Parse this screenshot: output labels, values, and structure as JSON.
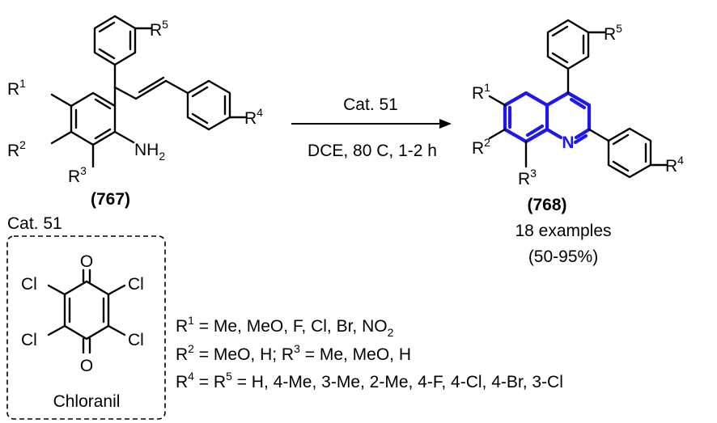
{
  "reaction": {
    "reagent": "Cat. 51",
    "conditions": "DCE, 80  C, 1-2 h"
  },
  "starting_material": {
    "id": "(767)",
    "nh_label": "NH",
    "nh_sub": "2"
  },
  "product": {
    "id": "(768)",
    "examples": "18 examples",
    "yield": "(50-95%)",
    "n_label": "N"
  },
  "r_groups": {
    "r": "R",
    "s1": "1",
    "s2": "2",
    "s3": "3",
    "s4": "4",
    "s5": "5"
  },
  "catalyst": {
    "label": "Cat. 51",
    "name": "Chloranil",
    "cl": "Cl",
    "o": "O"
  },
  "substituents": {
    "line1_prefix": " = Me, MeO, F, Cl, Br, NO",
    "line1_sub": "2",
    "line2_a": " = MeO, H; ",
    "line2_b": " = Me, MeO, H",
    "line3_eq": " = ",
    "line3_rest": " = H, 4-Me, 3-Me, 2-Me, 4-F,  4-Cl, 4-Br,  3-Cl"
  },
  "colors": {
    "highlight": "#1d17f2",
    "bond": "#000000"
  }
}
